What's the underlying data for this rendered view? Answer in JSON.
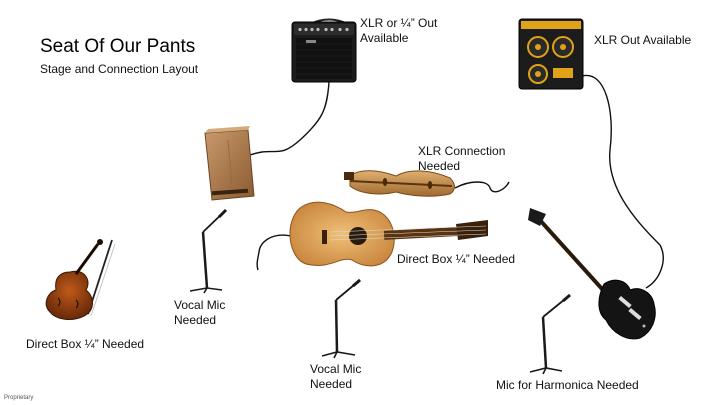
{
  "header": {
    "title": "Seat Of Our Pants",
    "subtitle": "Stage and Connection Layout"
  },
  "labels": {
    "amp_guitar": [
      "XLR or ¼” Out",
      "Available"
    ],
    "amp_bass": "XLR Out Available",
    "dulcimer": [
      "XLR Connection",
      "Needed"
    ],
    "guitar": "Direct Box ¼” Needed",
    "vocal_mic_left": [
      "Vocal Mic",
      "Needed"
    ],
    "vocal_mic_center": [
      "Vocal Mic",
      "Needed"
    ],
    "violin": "Direct Box ¼” Needed",
    "harmonica_mic": "Mic for Harmonica Needed"
  },
  "footer": {
    "text": "Proprietary"
  },
  "colors": {
    "amp_grille": "#1c1c1c",
    "bass_amp_speaker": "#e0a219",
    "cajon_wood": "#b9875a",
    "guitar_body": "#d9a05a",
    "violin_body": "#8a3a10",
    "cable": "#111111"
  }
}
